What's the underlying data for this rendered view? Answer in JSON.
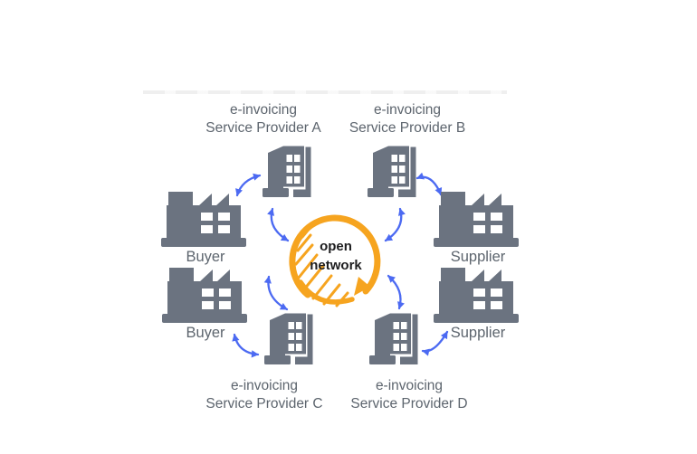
{
  "diagram": {
    "center": {
      "line1": "open",
      "line2": "network"
    },
    "providers": [
      {
        "line1": "e-invoicing",
        "line2": "Service Provider A"
      },
      {
        "line1": "e-invoicing",
        "line2": "Service Provider B"
      },
      {
        "line1": "e-invoicing",
        "line2": "Service Provider C"
      },
      {
        "line1": "e-invoicing",
        "line2": "Service Provider D"
      }
    ],
    "buyer_top_label": "Buyer",
    "buyer_bottom_label": "Buyer",
    "supplier_top_label": "Supplier",
    "supplier_bottom_label": "Supplier",
    "icons": {
      "office_building": "office-building-icon",
      "factory": "factory-icon",
      "circular_arrow": "circular-arrow-icon",
      "double_arrow": "double-headed-arrow"
    },
    "colors": {
      "building_gray": "#6b7380",
      "label_gray": "#5d656e",
      "network_orange": "#f6a41f",
      "arrow_blue": "#4c6af2",
      "center_text": "#1d1d1f"
    }
  }
}
